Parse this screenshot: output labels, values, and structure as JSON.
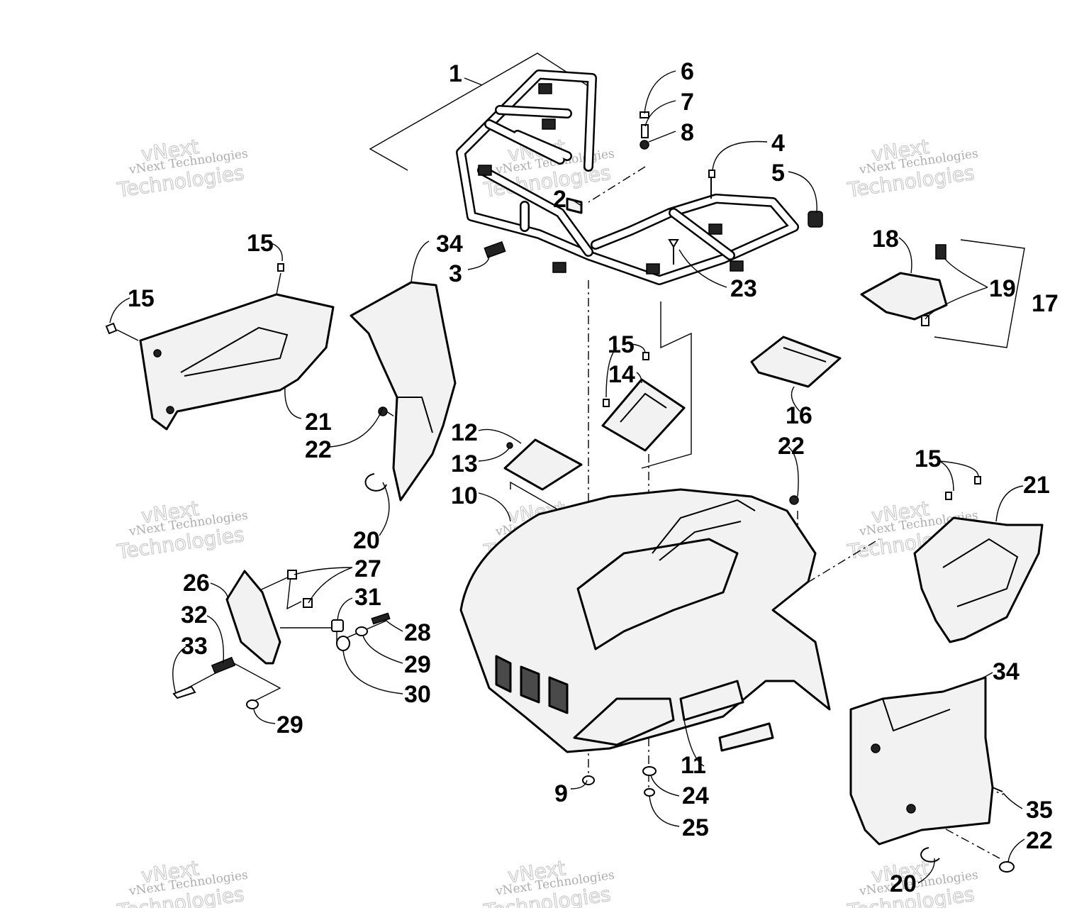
{
  "watermark": {
    "line1": "vNext Technologies",
    "line2": "vNext",
    "line3": "Technologies"
  },
  "callouts": {
    "c1": "1",
    "c2": "2",
    "c3": "3",
    "c4": "4",
    "c5": "5",
    "c6": "6",
    "c7": "7",
    "c8": "8",
    "c9": "9",
    "c10": "10",
    "c11": "11",
    "c12": "12",
    "c13": "13",
    "c14": "14",
    "c15a": "15",
    "c15b": "15",
    "c15c": "15",
    "c15d": "15",
    "c16": "16",
    "c17": "17",
    "c18": "18",
    "c19": "19",
    "c20a": "20",
    "c20b": "20",
    "c21a": "21",
    "c21b": "21",
    "c22a": "22",
    "c22b": "22",
    "c22c": "22",
    "c23": "23",
    "c24": "24",
    "c25": "25",
    "c26": "26",
    "c27": "27",
    "c28": "28",
    "c29a": "29",
    "c29b": "29",
    "c30": "30",
    "c31": "31",
    "c32": "32",
    "c33": "33",
    "c34a": "34",
    "c34b": "34",
    "c35": "35"
  }
}
